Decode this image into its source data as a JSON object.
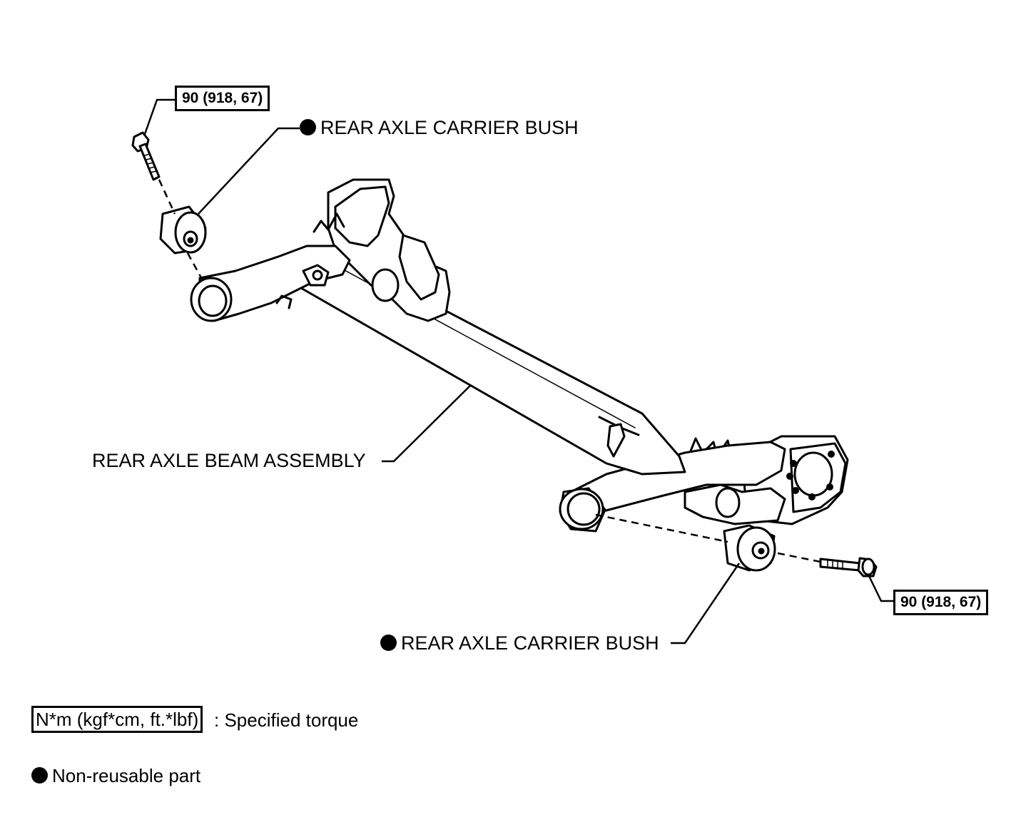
{
  "labels": {
    "bush_top": "REAR AXLE CARRIER BUSH",
    "bush_bottom": "REAR AXLE CARRIER BUSH",
    "beam": "REAR AXLE BEAM ASSEMBLY"
  },
  "torque": {
    "top": "90 (918, 67)",
    "bottom": "90 (918, 67)"
  },
  "legend": {
    "torque_unit": "N*m (kgf*cm, ft.*lbf)",
    "torque_desc": ": Specified torque",
    "nonreusable_desc": "Non-reusable part"
  }
}
